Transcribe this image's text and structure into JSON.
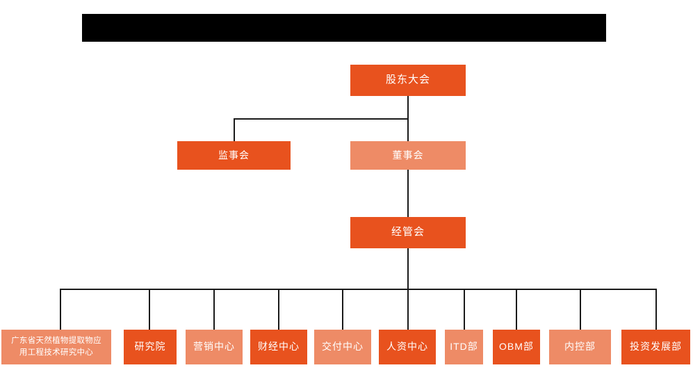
{
  "chart_data": {
    "type": "diagram",
    "diagram_kind": "organization-chart",
    "title": "",
    "orientation": "top-down",
    "levels": [
      {
        "level": 1,
        "nodes": [
          "股东大会"
        ]
      },
      {
        "level": 2,
        "nodes": [
          "监事会",
          "董事会"
        ]
      },
      {
        "level": 3,
        "nodes": [
          "经管会"
        ]
      },
      {
        "level": 4,
        "nodes": [
          "广东省天然植物提取物应用工程技术研究中心",
          "研究院",
          "营销中心",
          "财经中心",
          "交付中心",
          "人资中心",
          "ITD部",
          "OBM部",
          "内控部",
          "投资发展部"
        ]
      }
    ],
    "edges": [
      {
        "from": "股东大会",
        "to": "监事会"
      },
      {
        "from": "股东大会",
        "to": "董事会"
      },
      {
        "from": "董事会",
        "to": "经管会"
      },
      {
        "from": "经管会",
        "to": "广东省天然植物提取物应用工程技术研究中心"
      },
      {
        "from": "经管会",
        "to": "研究院"
      },
      {
        "from": "经管会",
        "to": "营销中心"
      },
      {
        "from": "经管会",
        "to": "财经中心"
      },
      {
        "from": "经管会",
        "to": "交付中心"
      },
      {
        "from": "经管会",
        "to": "人资中心"
      },
      {
        "from": "经管会",
        "to": "ITD部"
      },
      {
        "from": "经管会",
        "to": "OBM部"
      },
      {
        "from": "经管会",
        "to": "内控部"
      },
      {
        "from": "经管会",
        "to": "投资发展部"
      }
    ]
  },
  "colors": {
    "background": "#ffffff",
    "node_dark": "#e8521e",
    "node_light": "#ee8b66",
    "connector": "#1a1a1a",
    "redaction": "#000000",
    "node_text": "#ffffff"
  },
  "banner": {
    "redacted": true,
    "label": ""
  },
  "nodes": {
    "shareholders": {
      "label": "股东大会",
      "fill": "dark"
    },
    "supervisors": {
      "label": "监事会",
      "fill": "dark"
    },
    "directors": {
      "label": "董事会",
      "fill": "light"
    },
    "management": {
      "label": "经管会",
      "fill": "dark"
    }
  },
  "departments": [
    {
      "label": "广东省天然植物提取物应\n用工程技术研究中心",
      "fill": "light",
      "lines": 2
    },
    {
      "label": "研究院",
      "fill": "dark",
      "lines": 1
    },
    {
      "label": "营销中心",
      "fill": "light",
      "lines": 1
    },
    {
      "label": "财经中心",
      "fill": "dark",
      "lines": 1
    },
    {
      "label": "交付中心",
      "fill": "light",
      "lines": 1
    },
    {
      "label": "人资中心",
      "fill": "dark",
      "lines": 1
    },
    {
      "label": "ITD部",
      "fill": "light",
      "lines": 1
    },
    {
      "label": "OBM部",
      "fill": "dark",
      "lines": 1
    },
    {
      "label": "内控部",
      "fill": "light",
      "lines": 1
    },
    {
      "label": "投资发展部",
      "fill": "dark",
      "lines": 1
    }
  ]
}
